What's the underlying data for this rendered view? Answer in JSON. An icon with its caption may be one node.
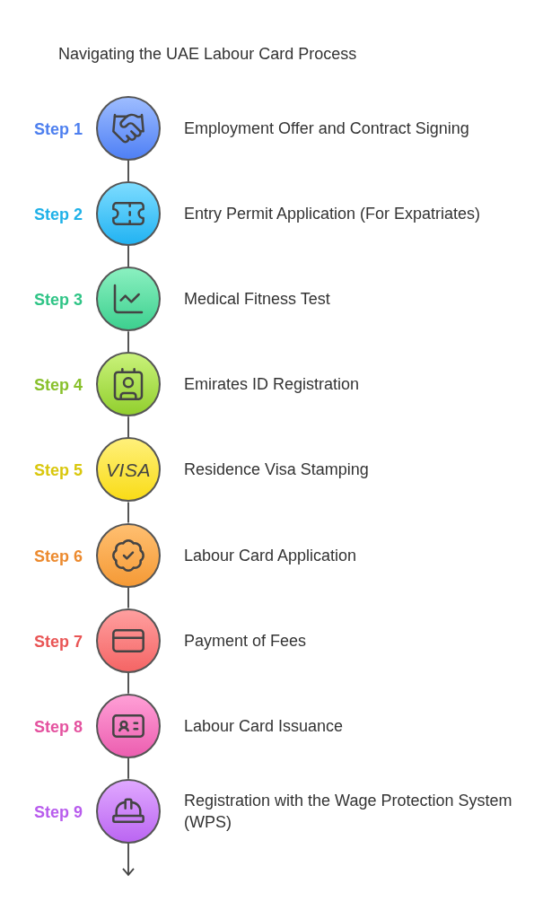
{
  "diagram": {
    "title": "Navigating the UAE Labour Card Process",
    "nodes": [
      {
        "text": [],
        "shape": "circle",
        "beside": [
          "Step 1",
          "Employment Offer and Contract Signing"
        ]
      },
      {
        "text": [],
        "shape": "circle",
        "beside": [
          "Step 2",
          "Entry Permit Application (For Expatriates)"
        ]
      },
      {
        "text": [],
        "shape": "circle",
        "beside": [
          "Step 3",
          "Medical Fitness Test"
        ]
      },
      {
        "text": [],
        "shape": "circle",
        "beside": [
          "Step 4",
          "Emirates ID Registration"
        ]
      },
      {
        "text": [
          "VISA"
        ],
        "beside": [
          "Step 5",
          "Residence Visa Stamping"
        ]
      },
      {
        "text": [],
        "shape": "circle",
        "beside": [
          "Step 6",
          "Labour Card Application"
        ]
      },
      {
        "text": [],
        "shape": "circle",
        "beside": [
          "Step 7",
          "Payment of Fees"
        ]
      },
      {
        "text": [],
        "shape": "circle",
        "beside": [
          "Step 8",
          "Labour Card Issuance"
        ]
      },
      {
        "text": [],
        "shape": "circle",
        "beside": [
          "Step 9",
          "Registration with the Wage Protection System (WPS)"
        ]
      }
    ],
    "edges": [
      {
        "from": 0,
        "to": 1,
        "arrow": "none"
      },
      {
        "from": 1,
        "to": 2,
        "arrow": "none"
      },
      {
        "from": 2,
        "to": 3,
        "arrow": "none"
      },
      {
        "from": 3,
        "to": 4,
        "arrow": "none"
      },
      {
        "from": 4,
        "to": 5,
        "arrow": "none"
      },
      {
        "from": 5,
        "to": 6,
        "arrow": "none"
      },
      {
        "from": 6,
        "to": 7,
        "arrow": "none"
      },
      {
        "from": 7,
        "to": 8,
        "arrow": "none"
      },
      {
        "from": 8,
        "to": null,
        "arrow": "to"
      }
    ]
  }
}
